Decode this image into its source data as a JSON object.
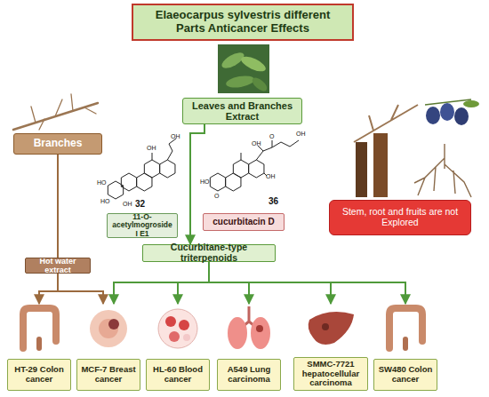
{
  "diagram": {
    "title": "Elaeocarpus sylvestris different Parts Anticancer Effects",
    "nodes": [
      {
        "text": [
          "Leaves and Branches Extract"
        ]
      },
      {
        "text": [
          "Branches"
        ]
      },
      {
        "text": [
          "Stem, root and fruits are not Explored"
        ]
      },
      {
        "text": [
          "11-O-acetylmogroside I E1"
        ]
      },
      {
        "text": [
          "cucurbitacin D"
        ]
      },
      {
        "text": [
          "Cucurbitane-type triterpenoids"
        ]
      },
      {
        "text": [
          "Hot water extract"
        ]
      },
      {
        "text": [
          "HT-29 Colon cancer"
        ]
      },
      {
        "text": [
          "MCF-7 Breast cancer"
        ]
      },
      {
        "text": [
          "HL-60 Blood cancer"
        ]
      },
      {
        "text": [
          "A549 Lung carcinoma"
        ]
      },
      {
        "text": [
          "SMMC-7721 hepatocellular carcinoma"
        ]
      },
      {
        "text": [
          "SW480 Colon cancer"
        ]
      }
    ],
    "edges": [
      {
        "from": 0,
        "to": 5,
        "arrow": "to"
      },
      {
        "from": 1,
        "to": 6,
        "arrow": "none"
      },
      {
        "from": 6,
        "to": 7,
        "arrow": "to"
      },
      {
        "from": 6,
        "to": 8,
        "arrow": "to"
      },
      {
        "from": 5,
        "to": 8,
        "arrow": "to"
      },
      {
        "from": 5,
        "to": 9,
        "arrow": "to"
      },
      {
        "from": 5,
        "to": 10,
        "arrow": "to"
      },
      {
        "from": 5,
        "to": 11,
        "arrow": "to"
      },
      {
        "from": 5,
        "to": 12,
        "arrow": "to"
      }
    ],
    "labels": [
      "32",
      "36",
      "HO",
      "HO",
      "OH",
      "OH",
      "OH",
      "HO",
      "O",
      "OH",
      "OH",
      "O",
      "OH"
    ]
  }
}
